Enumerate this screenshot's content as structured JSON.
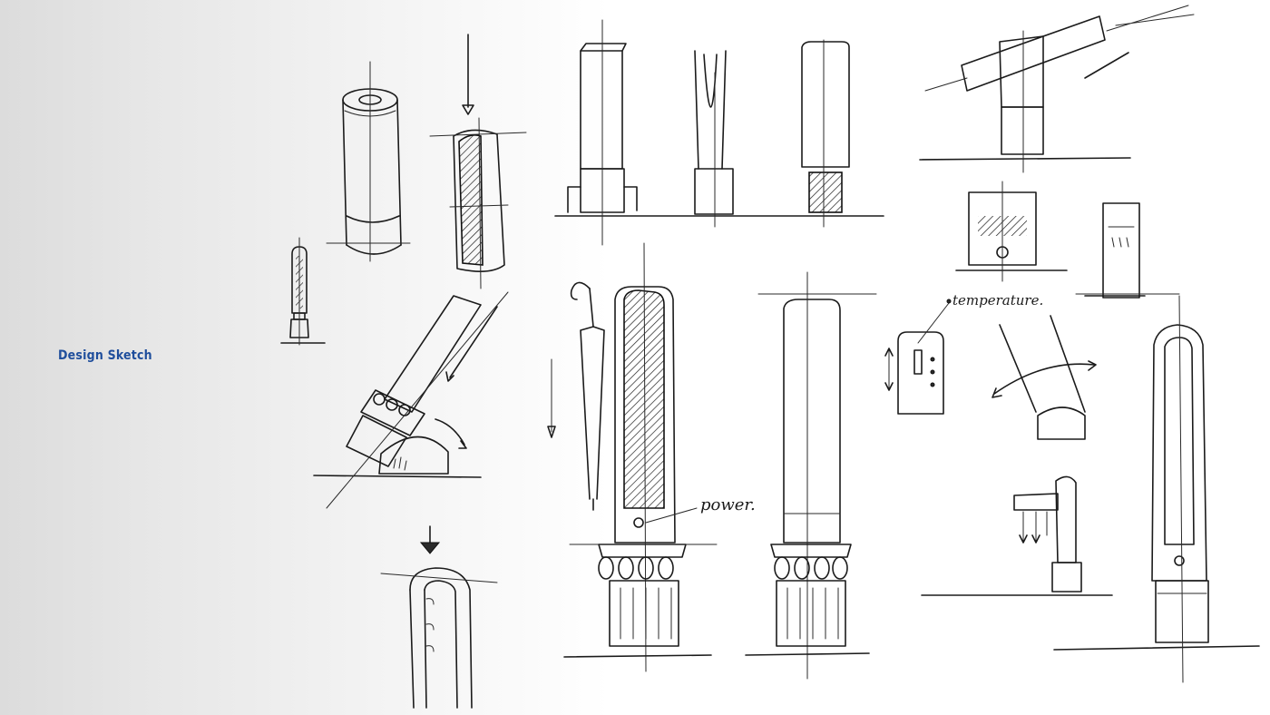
{
  "page": {
    "title": "Design Sketch",
    "title_color": "#1f4e9c"
  },
  "annotations": {
    "power": "power.",
    "temperature": "temperature."
  },
  "icons": {
    "umbrella": "umbrella-icon",
    "arrow": "arrow-icon"
  }
}
